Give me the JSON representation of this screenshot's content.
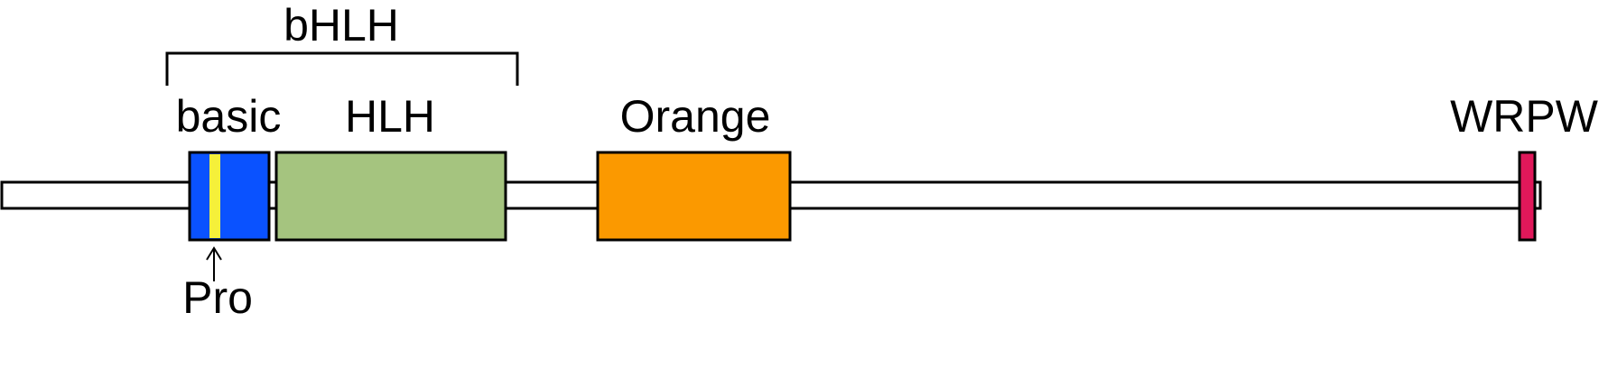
{
  "diagram": {
    "bracket_label": "bHLH",
    "domains": [
      {
        "label": "basic",
        "color": "#0a52ff"
      },
      {
        "label": "HLH",
        "color": "#a5c47f"
      },
      {
        "label": "Orange",
        "color": "#fb9900"
      },
      {
        "label": "WRPW",
        "color": "#e0185a"
      }
    ],
    "motif": {
      "label": "Pro",
      "color": "#f5f03a"
    },
    "backbone_color": "#ffffff",
    "stroke_color": "#000000"
  }
}
